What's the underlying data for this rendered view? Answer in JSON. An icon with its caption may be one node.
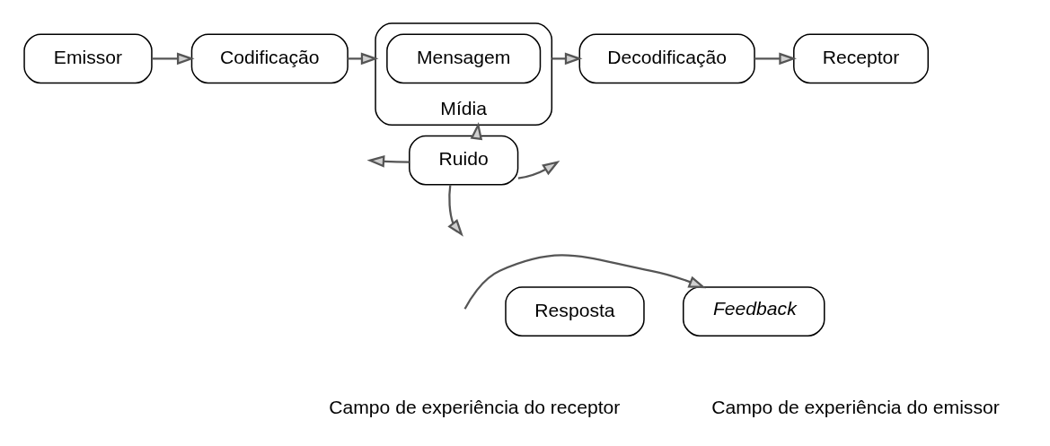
{
  "diagram": {
    "nodes": [
      {
        "text": [
          "Emissor"
        ]
      },
      {
        "text": [
          "Codificação"
        ]
      },
      {
        "text": [
          "Mídia"
        ]
      },
      {
        "text": [
          "Mensagem"
        ],
        "in": 2
      },
      {
        "text": [
          "Decodificação"
        ]
      },
      {
        "text": [
          "Receptor"
        ]
      },
      {
        "text": [
          "Ruido"
        ]
      },
      {
        "text": [
          "Feedback"
        ]
      },
      {
        "text": [
          "Resposta"
        ]
      }
    ],
    "edges": [
      {
        "from": 0,
        "to": 1,
        "arrow": "to"
      },
      {
        "from": 1,
        "to": 2,
        "arrow": "to"
      },
      {
        "from": 2,
        "to": 4,
        "arrow": "to"
      },
      {
        "from": 4,
        "to": 5,
        "arrow": "to"
      },
      {
        "from": 6,
        "to": 2,
        "arrow": "to"
      },
      {
        "from": 6,
        "to": null,
        "arrow": "to"
      },
      {
        "from": 6,
        "to": null,
        "arrow": "to"
      },
      {
        "from": 6,
        "to": null,
        "arrow": "to"
      },
      {
        "from": null,
        "to": 7,
        "arrow": "to"
      }
    ],
    "labels": [
      "Campo de experiência do emissor",
      "Campo de experiência do receptor"
    ]
  }
}
